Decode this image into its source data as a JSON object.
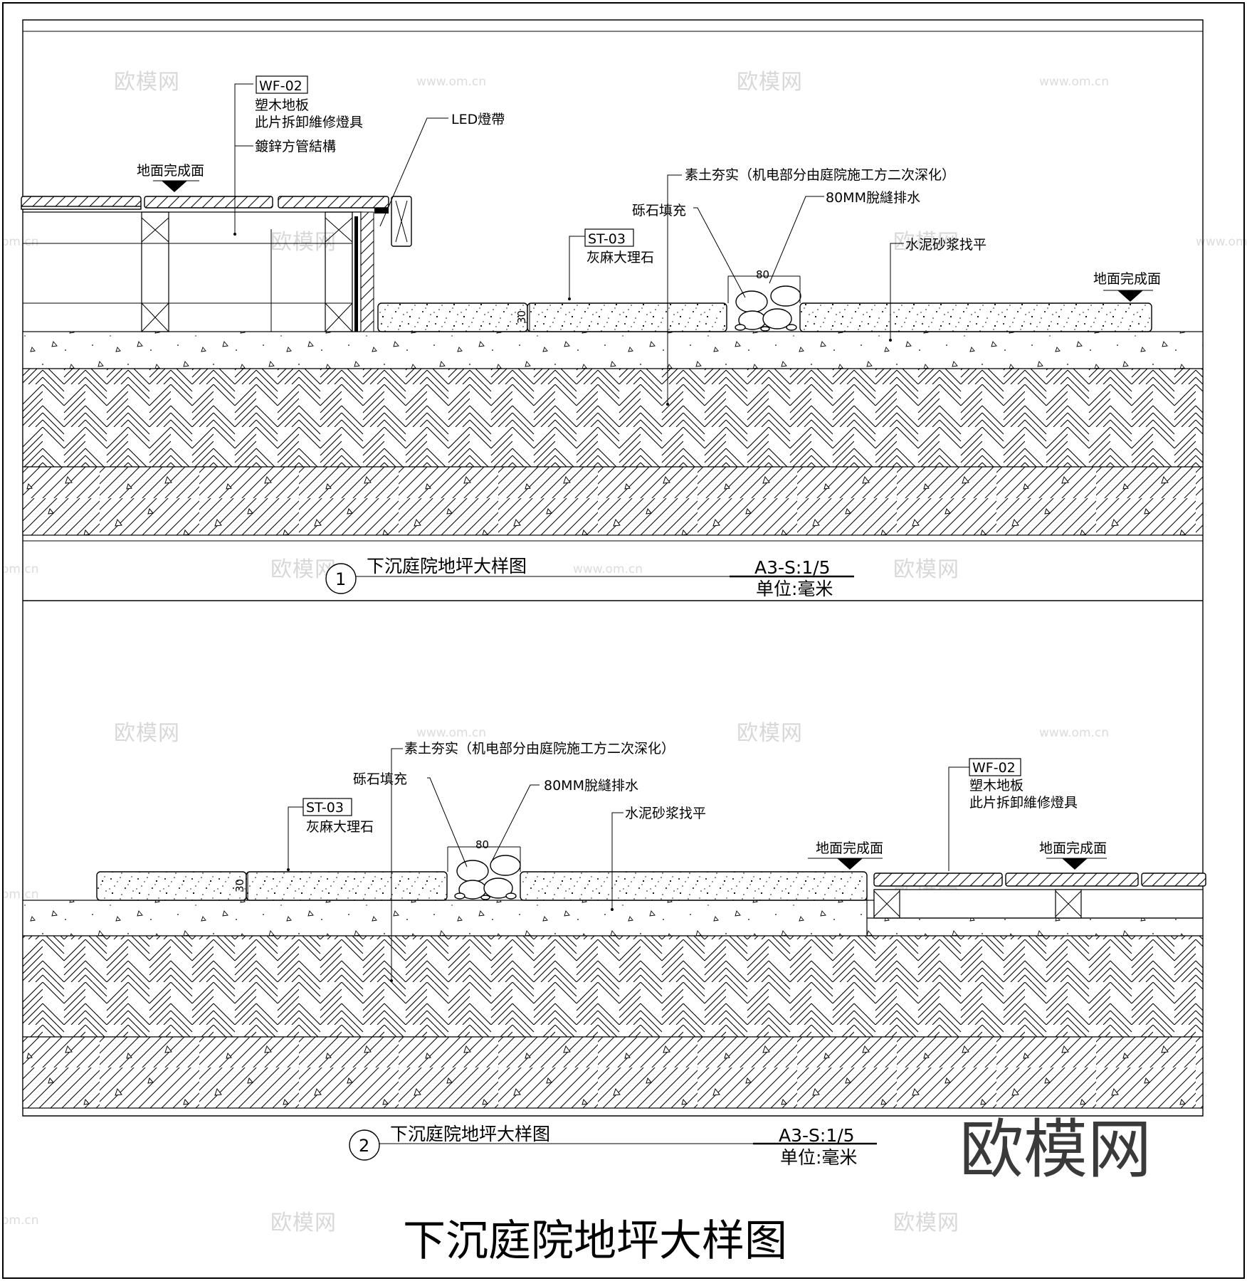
{
  "title": "下沉庭院地坪大样图",
  "brand": "欧模网",
  "watermark": {
    "cn": "欧模网",
    "url": "www.om.cn",
    "url_short": "om.cn"
  },
  "detail1": {
    "number": "1",
    "caption": "下沉庭院地坪大样图",
    "scale": "A3-S:1/5",
    "unit": "单位:毫米",
    "labels": {
      "wf_tag": "WF-02",
      "wf_line1": "塑木地板",
      "wf_line2": "此片拆卸維修燈具",
      "steel": "鍍鋅方管結構",
      "led": "LED燈帶",
      "finish_left": "地面完成面",
      "finish_right": "地面完成面",
      "soil": "素土夯实（机电部分由庭院施工方二次深化）",
      "gravel": "砾石填充",
      "drain": "80MM脫縫排水",
      "st_tag": "ST-03",
      "marble": "灰麻大理石",
      "mortar": "水泥砂浆找平",
      "dim_80": "80",
      "dim_30": "30"
    }
  },
  "detail2": {
    "number": "2",
    "caption": "下沉庭院地坪大样图",
    "scale": "A3-S:1/5",
    "unit": "单位:毫米",
    "labels": {
      "soil": "素土夯实（机电部分由庭院施工方二次深化）",
      "gravel": "砾石填充",
      "drain": "80MM脫縫排水",
      "st_tag": "ST-03",
      "marble": "灰麻大理石",
      "mortar": "水泥砂浆找平",
      "wf_tag": "WF-02",
      "wf_line1": "塑木地板",
      "wf_line2": "此片拆卸維修燈具",
      "finish_left": "地面完成面",
      "finish_right": "地面完成面",
      "dim_80": "80",
      "dim_30": "30"
    }
  }
}
